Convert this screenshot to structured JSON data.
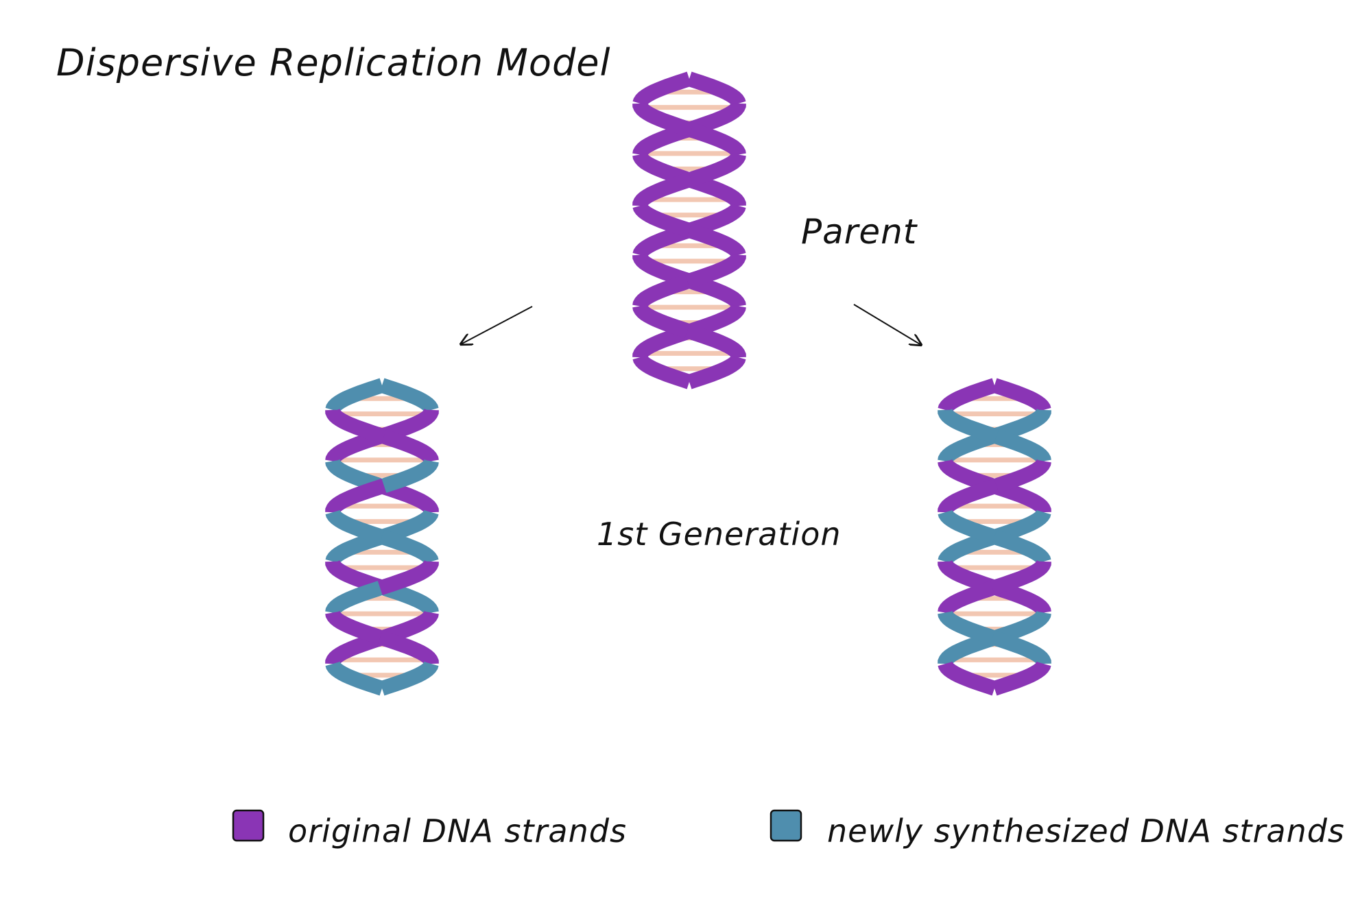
{
  "title": "Dispersive Replication Model",
  "labels": {
    "parent": "Parent",
    "generation": "1st Generation"
  },
  "legend": {
    "original": "original DNA strands",
    "new": "newly synthesized DNA strands"
  },
  "colors": {
    "original_strand": "#8a35b5",
    "new_strand": "#4f8eae",
    "base_pair": "#f2c7b2",
    "text": "#111111",
    "background": "#ffffff"
  },
  "helices": [
    {
      "id": "parent",
      "segments": [
        "original",
        "original",
        "original",
        "original",
        "original",
        "original",
        "original",
        "original",
        "original",
        "original",
        "original",
        "original"
      ]
    },
    {
      "id": "left-daughter",
      "segments": [
        "new",
        "original",
        "original",
        "new",
        "original",
        "new",
        "new",
        "original",
        "new",
        "original",
        "original",
        "new"
      ]
    },
    {
      "id": "right-daughter",
      "segments": [
        "original",
        "new",
        "new",
        "original",
        "original",
        "new",
        "new",
        "original",
        "original",
        "new",
        "new",
        "original"
      ]
    }
  ]
}
